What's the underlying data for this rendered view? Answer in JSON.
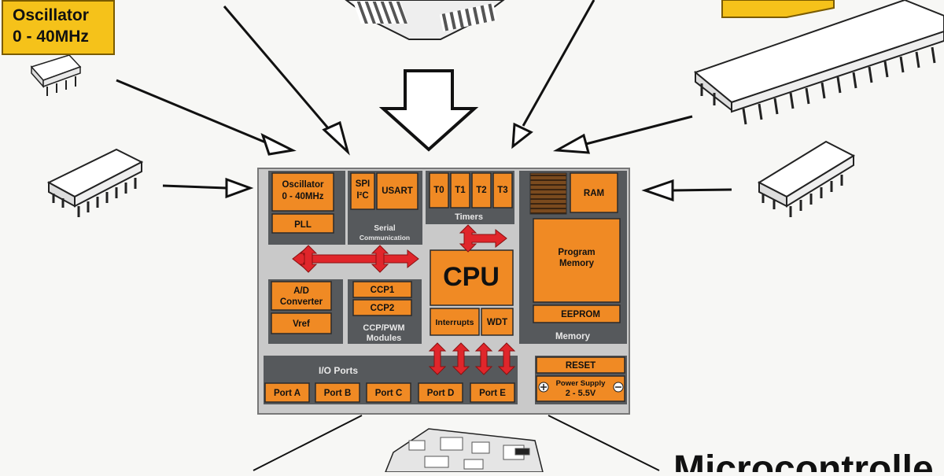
{
  "callout": {
    "line1": "Oscillator",
    "line2": "0 - 40MHz"
  },
  "blocks": {
    "oscillator_1": "Oscillator",
    "oscillator_2": "0 - 40MHz",
    "pll": "PLL",
    "spi": "SPI",
    "i2c": "I²C",
    "usart": "USART",
    "serial_1": "Serial",
    "serial_2": "Communication",
    "t0": "T0",
    "t1": "T1",
    "t2": "T2",
    "t3": "T3",
    "timers": "Timers",
    "ram": "RAM",
    "program_memory_1": "Program",
    "program_memory_2": "Memory",
    "eeprom": "EEPROM",
    "memory": "Memory",
    "ad_1": "A/D",
    "ad_2": "Converter",
    "vref": "Vref",
    "ccp1": "CCP1",
    "ccp2": "CCP2",
    "ccp_pwm_1": "CCP/PWM",
    "ccp_pwm_2": "Modules",
    "cpu": "CPU",
    "interrupts": "Interrupts",
    "wdt": "WDT",
    "io_ports": "I/O Ports",
    "port_a": "Port A",
    "port_b": "Port B",
    "port_c": "Port C",
    "port_d": "Port D",
    "port_e": "Port E",
    "reset": "RESET",
    "power_supply_1": "Power Supply",
    "power_supply_2": "2 - 5.5V"
  },
  "caption_partial": "Microcontrolle",
  "colors": {
    "orange": "#f08a24",
    "die": "#c9c9c9",
    "dark_panel": "#56595c",
    "red": "#e0262b",
    "yellow": "#f5c21a"
  }
}
